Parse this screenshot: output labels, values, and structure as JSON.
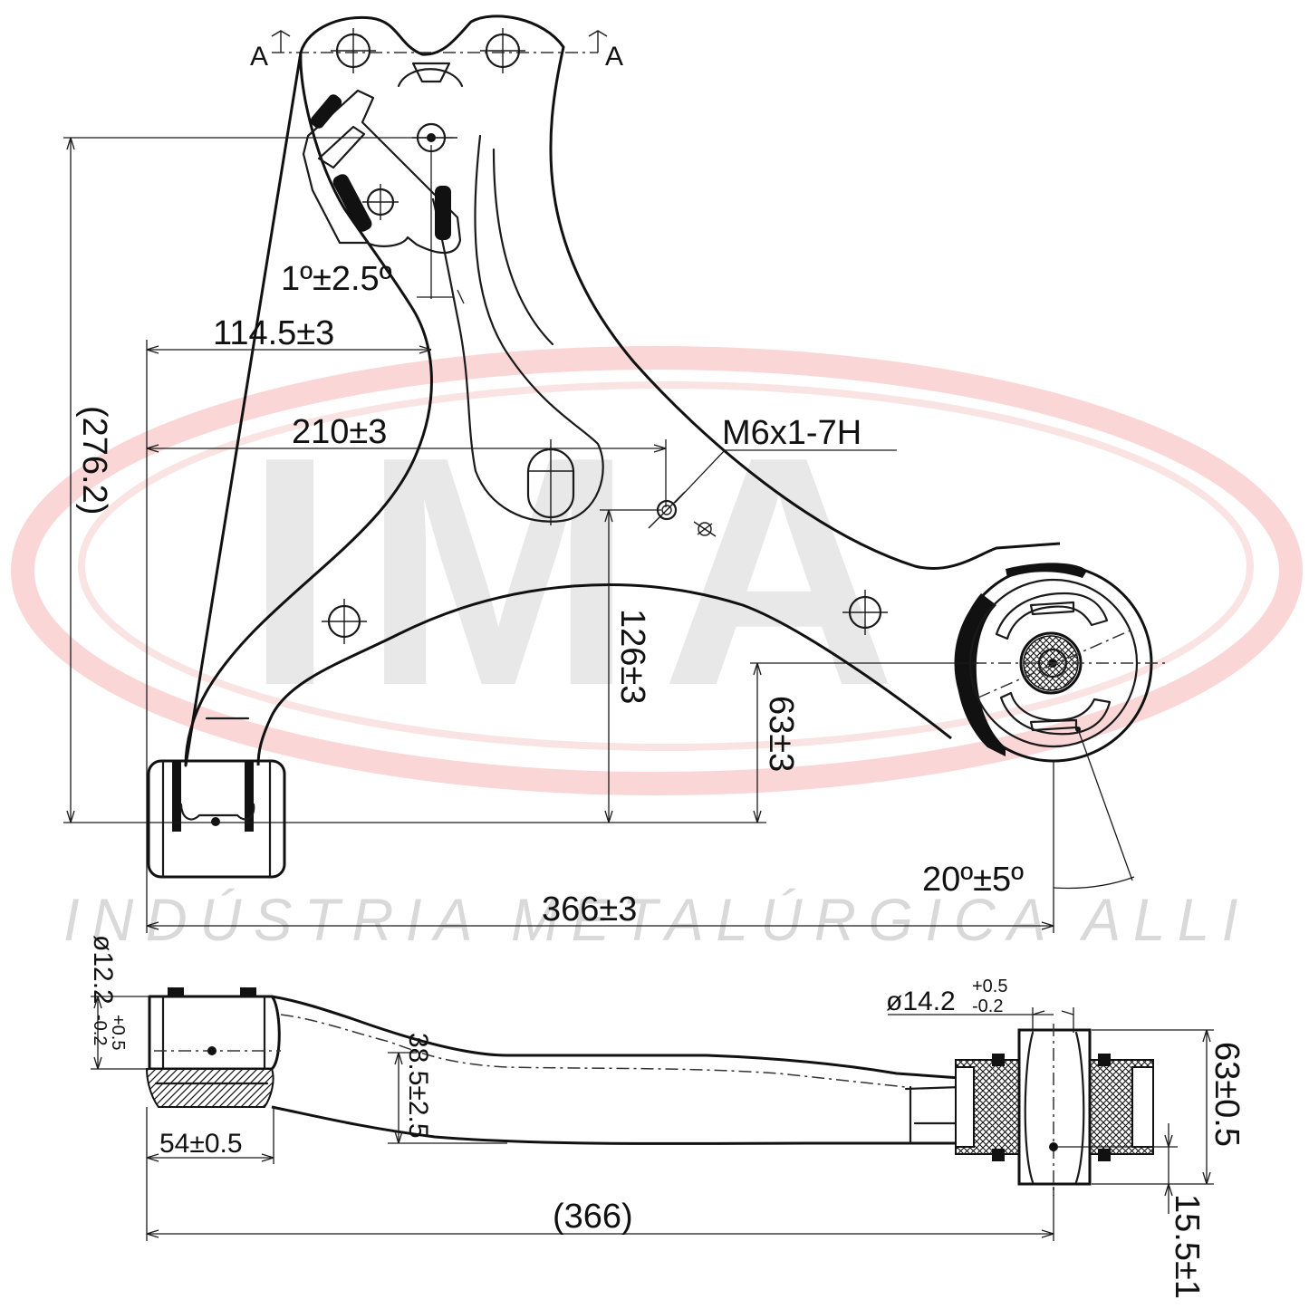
{
  "watermark": {
    "logo_text": "IMA",
    "company": "INDÚSTRIA METALÚRGICA ALLI",
    "ring_color": "#e84a4a"
  },
  "section": {
    "left_label": "A",
    "right_label": "A"
  },
  "top_view": {
    "overall_height": "(276.2)",
    "angle_top": "1º±2.5º",
    "dim_114": "114.5±3",
    "dim_210": "210±3",
    "thread": "M6x1-7H",
    "dim_126": "126±3",
    "dim_63": "63±3",
    "angle_bottom": "20º±5º",
    "dim_366": "366±3"
  },
  "side_view": {
    "bore_left_base": "ø12.2",
    "bore_left_tol_upper": "+0.5",
    "bore_left_tol_lower": "-0.2",
    "bore_right_base": "ø14.2",
    "bore_right_tol_upper": "+0.5",
    "bore_right_tol_lower": "-0.2",
    "dim_38": "38.5±2.5",
    "dim_54": "54±0.5",
    "dim_366": "(366)",
    "dim_63": "63±0.5",
    "dim_15": "15.5±1"
  },
  "colors": {
    "line": "#1a1a1a",
    "watermark_gray": "#d7d7d7",
    "watermark_red": "#e84a4a"
  }
}
